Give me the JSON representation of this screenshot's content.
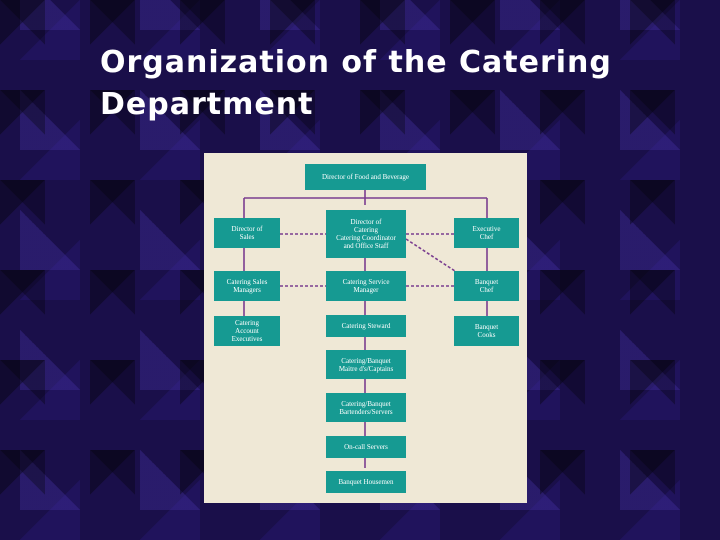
{
  "slide": {
    "title_line1": "Organization of the Catering",
    "title_line2": "Department"
  },
  "colors": {
    "node_fill": "#169a92",
    "connector": "#7a3d8f",
    "panel": "#efe8d6"
  },
  "org_chart": {
    "nodes": {
      "director_fb": [
        "Director of Food and Beverage"
      ],
      "director_sales": [
        "Director of",
        "Sales"
      ],
      "director_catering": [
        "Director of",
        "Catering",
        "Catering Coordinator",
        "and Office Staff"
      ],
      "executive_chef": [
        "Executive",
        "Chef"
      ],
      "catering_sales_managers": [
        "Catering Sales",
        "Managers"
      ],
      "catering_service_manager": [
        "Catering Service",
        "Manager"
      ],
      "banquet_chef": [
        "Banquet",
        "Chef"
      ],
      "catering_account_executives": [
        "Catering",
        "Account",
        "Executives"
      ],
      "catering_steward": [
        "Catering Steward"
      ],
      "banquet_cooks": [
        "Banquet",
        "Cooks"
      ],
      "maitre_d": [
        "Catering/Banquet",
        "Maitre d's/Captains"
      ],
      "bartenders_servers": [
        "Catering/Banquet",
        "Bartenders/Servers"
      ],
      "on_call_servers": [
        "On-call Servers"
      ],
      "banquet_housemen": [
        "Banquet Housemen"
      ]
    }
  }
}
